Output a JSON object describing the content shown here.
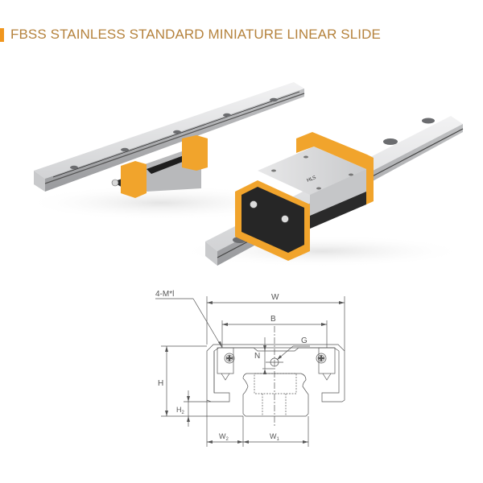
{
  "header": {
    "title": "FBSS STAINLESS STANDARD MINIATURE LINEAR SLIDE",
    "accent_color": "#f0961e",
    "title_color": "#b5823c"
  },
  "photo": {
    "subject": "Two stainless miniature linear guide rails with carriage blocks",
    "colors": {
      "steel": "#d6d7d9",
      "end_seal": "#f0a830",
      "block_dark": "#2a2a2a"
    },
    "block_label": "HLS"
  },
  "drawing": {
    "labels": {
      "mount_holes": "4-M*l",
      "W": "W",
      "B": "B",
      "G": "G",
      "N": "N",
      "H": "H",
      "H2": "H",
      "H2_sub": "2",
      "W2": "W",
      "W2_sub": "2",
      "W1": "W",
      "W1_sub": "1"
    },
    "line_color": "#555555"
  }
}
